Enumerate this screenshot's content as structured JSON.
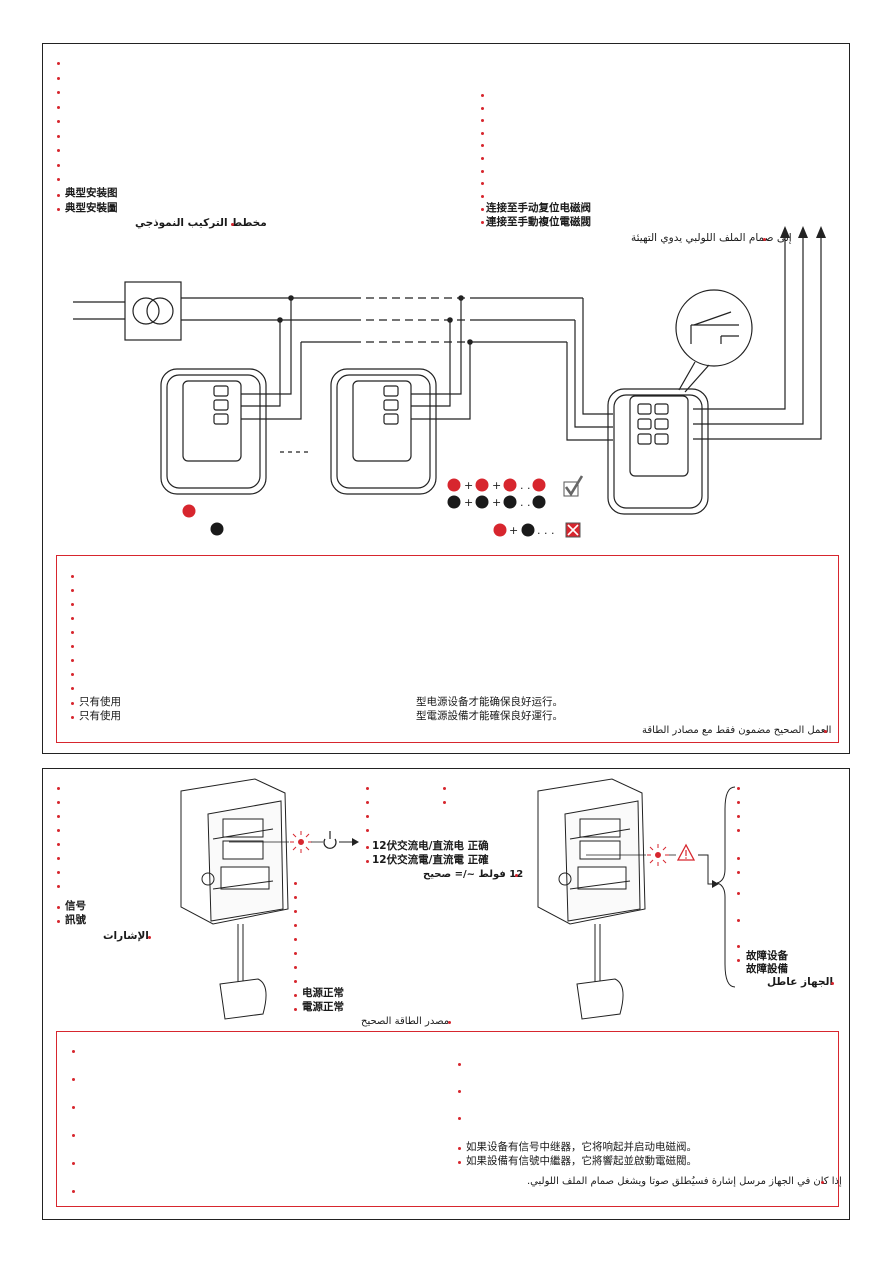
{
  "panel1": {
    "heading_zh_s": "典型安装图",
    "heading_zh_t": "典型安裝圖",
    "heading_ar": "مخطط التركيب النموذجي",
    "connect_zh_s": "连接至手动复位电磁阀",
    "connect_zh_t": "連接至手動複位電磁閥",
    "connect_ar": "إلى صمام الملف اللولبي يدوي التهيئة",
    "ellipsis": "- - -",
    "note_zh_s_a": "只有使用",
    "note_zh_s_b": "型电源设备才能确保良好运行。",
    "note_zh_t_a": "只有使用",
    "note_zh_t_b": "型電源設備才能確保良好運行。",
    "note_ar": "العمل الصحيح مضمون فقط مع مصادر الطاقة"
  },
  "panel2": {
    "signal_zh_s": "信号",
    "signal_zh_t": "訊號",
    "signal_ar": "الإشارات",
    "supply_zh_s": "12伏交流电/直流电 正确",
    "supply_zh_t": "12伏交流電/直流電 正確",
    "supply_ar": "12 فولط ~/= صحيح",
    "power_ok_zh_s": "电源正常",
    "power_ok_zh_t": "電源正常",
    "power_ok_ar": "مصدر الطاقة الصحيح",
    "fault_zh_s": "故障设备",
    "fault_zh_t": "故障設備",
    "fault_ar": "الجهاز عاطل",
    "relay_zh_s": "如果设备有信号中继器，它将响起并启动电磁阀。",
    "relay_zh_t": "如果設備有信號中繼器，它將響起並啟動電磁閥。",
    "relay_ar": "إذا كان في الجهاز مرسل إشارة فسيُطلق صوتا ويشغل صمام الملف اللولبي."
  },
  "icons": {
    "transformer": "transformer-icon",
    "power": "power-icon",
    "warning": "warning-triangle-icon",
    "check": "checkmark-icon",
    "cross": "cross-icon"
  },
  "colors": {
    "accent": "#d7262e",
    "wire": "#222222",
    "led_black": "#1a1a1a"
  }
}
